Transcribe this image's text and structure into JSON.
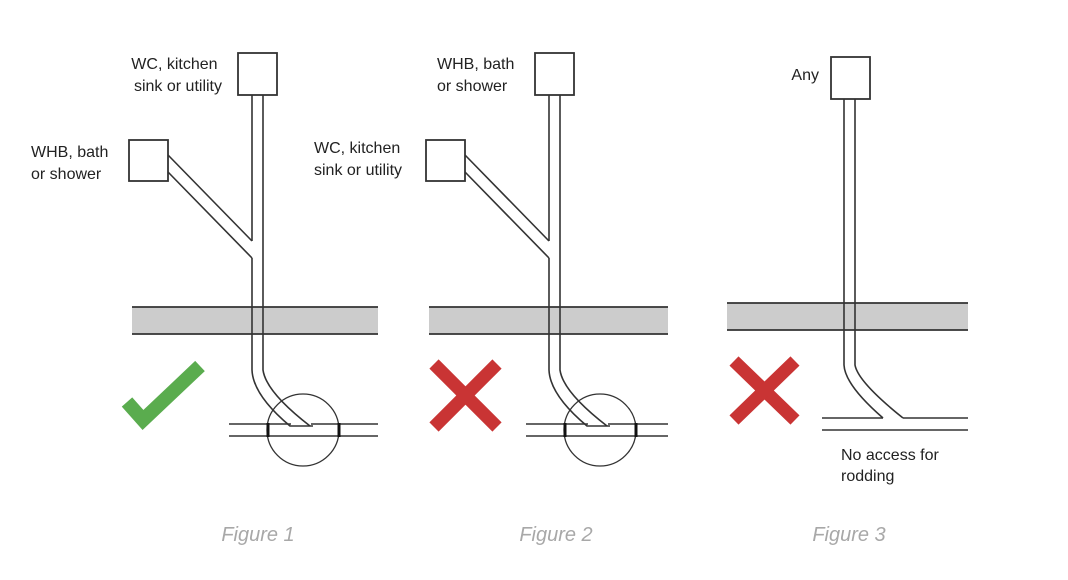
{
  "title": "Connection of branch pipes to stack via access fitting",
  "colors": {
    "correct": "#5aac4e",
    "incorrect": "#c93434",
    "floor": "#cccccc",
    "caption": "#a8a8a8"
  },
  "figures": [
    {
      "caption": "Figure 1",
      "status": "correct",
      "status_icon": "checkmark-icon",
      "top_appliance_label": [
        "WC, kitchen",
        "sink or utility"
      ],
      "branch_appliance_label": [
        "WHB, bath",
        "or shower"
      ]
    },
    {
      "caption": "Figure 2",
      "status": "incorrect",
      "status_icon": "cross-icon",
      "top_appliance_label": [
        "WHB, bath",
        "or shower"
      ],
      "branch_appliance_label": [
        "WC, kitchen",
        "sink or utility"
      ]
    },
    {
      "caption": "Figure 3",
      "status": "incorrect",
      "status_icon": "cross-icon",
      "top_appliance_label": [
        "Any"
      ],
      "note_label": [
        "No access for",
        "rodding"
      ]
    }
  ]
}
